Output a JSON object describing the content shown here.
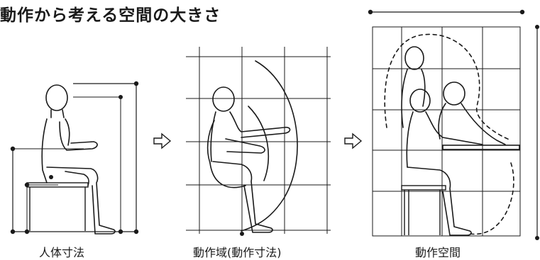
{
  "title": "動作から考える空間の大きさ",
  "panels": [
    {
      "caption": "人体寸法"
    },
    {
      "caption": "動作域(動作寸法)"
    },
    {
      "caption": "動作空間"
    }
  ],
  "arrows": [
    "right-arrow-icon",
    "right-arrow-icon"
  ]
}
